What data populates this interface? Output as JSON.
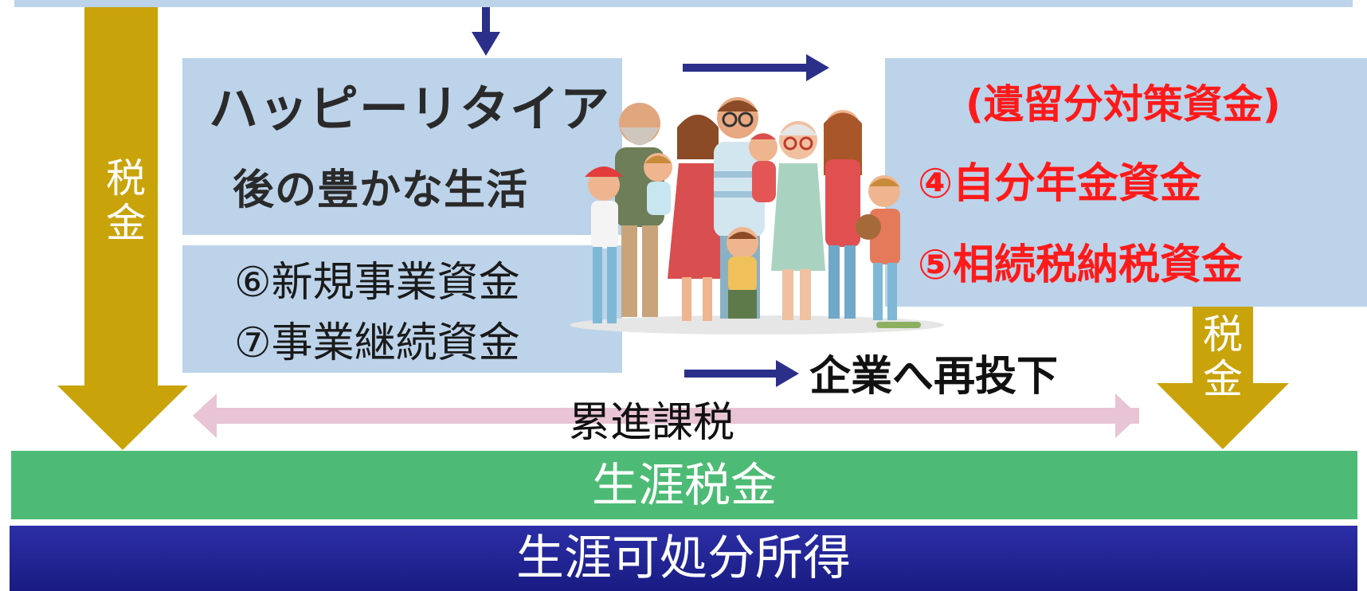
{
  "colors": {
    "panel_blue": "#bcd3ea",
    "tax_arrow_gold": "#c9a30a",
    "navy_arrow": "#2b2f8a",
    "pink_arrow": "#e8c4d4",
    "green_bar": "#4dbb75",
    "navy_bar": "#1f2290",
    "red_text": "#ff1a1a"
  },
  "left_panel": {
    "title_line1": "ハッピーリタイア",
    "title_line2": "後の豊かな生活",
    "item_6": "⑥新規事業資金",
    "item_7": "⑦事業継続資金"
  },
  "right_panel": {
    "line1": "(遺留分対策資金)",
    "line2": "④自分年金資金",
    "line3": "⑤相続税納税資金"
  },
  "tax_left_label": "税金",
  "tax_right_label": "税金",
  "reinvest_label": "企業へ再投下",
  "progressive_tax_label": "累進課税",
  "lifetime_tax_bar": "生涯税金",
  "lifetime_income_bar": "生涯可処分所得",
  "image": {
    "icon": "family-group-illustration"
  }
}
